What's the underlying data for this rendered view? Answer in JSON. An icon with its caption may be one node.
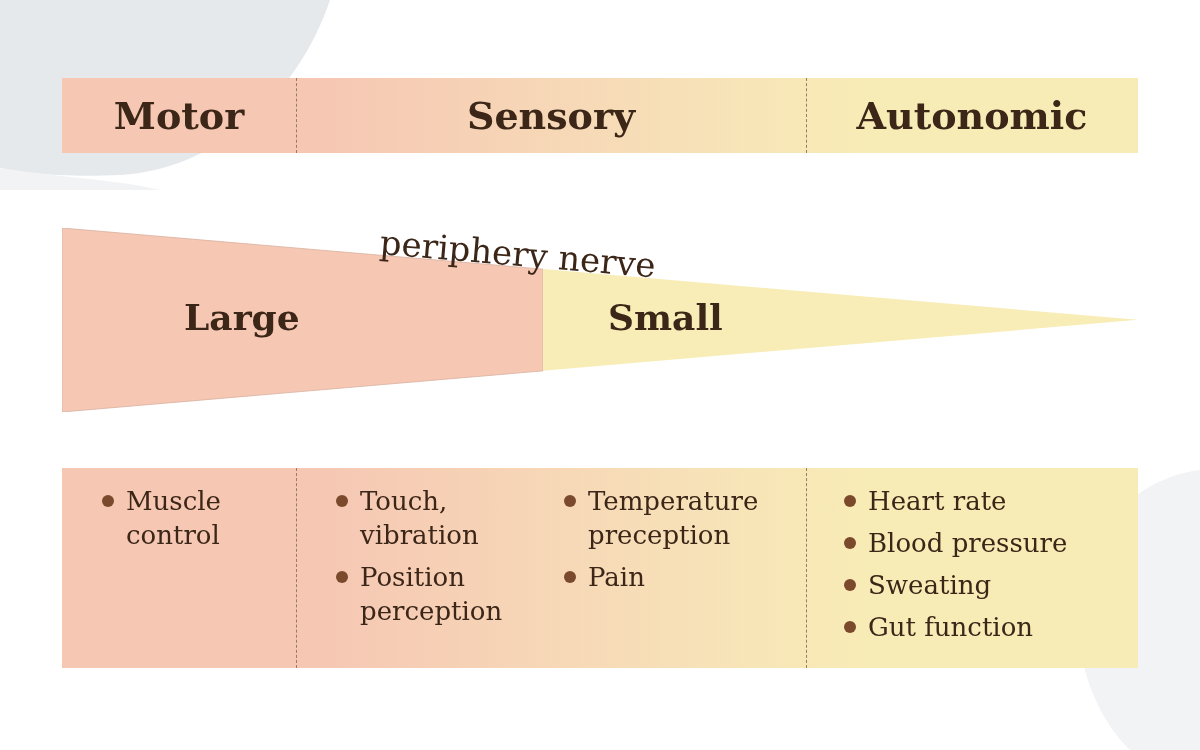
{
  "diagram": {
    "nodes": [
      {
        "text": [
          "Motor"
        ]
      },
      {
        "text": [
          "Sensory"
        ]
      },
      {
        "text": [
          "Autonomic"
        ]
      },
      {
        "text": [
          "Large"
        ]
      },
      {
        "text": [
          "Small"
        ]
      },
      {
        "text": [
          "Muscle control"
        ]
      },
      {
        "text": [
          "Touch, vibration",
          "Position perception",
          "Temperature preception",
          "Pain"
        ]
      },
      {
        "text": [
          "Heart rate",
          "Blood pressure",
          "Sweating",
          "Gut function"
        ]
      }
    ],
    "edges": [],
    "labels": [
      "periphery nerve"
    ]
  }
}
